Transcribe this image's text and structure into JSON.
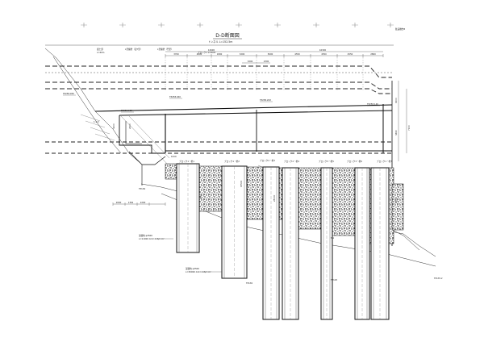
{
  "drawing": {
    "title": "D-D断面図",
    "tunnel_label": "トンネル L=152.5m",
    "right_top_note": "既設橋台B",
    "bottom_right_label": "TP135.2",
    "sections_top": [
      {
        "label": "盛土部",
        "dim": "L=40m"
      },
      {
        "label": "L型擁壁（逆T型）"
      },
      {
        "label": "L型擁壁（門型）"
      },
      {
        "label": "ブロック1 L=60m"
      }
    ],
    "top_dims": [
      "3700",
      "4800",
      "1800",
      "3200",
      "5000",
      "4550",
      "4550",
      "4550",
      "2800"
    ],
    "sub_dims": [
      "12600",
      "16300",
      "3200",
      "2300"
    ],
    "levels": [
      "TP258.950",
      "TP258.602",
      "TP258.940",
      "TP258.263",
      "TP258.140"
    ],
    "right_dims": [
      "4000",
      "7100",
      "3490",
      "5800"
    ],
    "block_labels": [
      "ブロック1・杭1",
      "ブロック1・杭2",
      "ブロック2・杭3",
      "ブロック2・杭4",
      "ブロック3・杭5",
      "ブロック3・杭6",
      "ブロック1・杭7"
    ],
    "pile_notes": [
      {
        "line1": "深礎杭 φ3500",
        "line2": "L=11000 σck=24N/mm²"
      },
      {
        "line1": "深礎杭 φ3500",
        "line2": "L=30000 σck=24N/mm²"
      }
    ],
    "left_dims": [
      "3200",
      "2400",
      "1362",
      "2000",
      "2200",
      "1610"
    ],
    "misc_labels": [
      "1:1.5",
      "TP136",
      "5:1",
      "18500",
      "28000",
      "2000",
      "TP130",
      "TP125"
    ]
  }
}
